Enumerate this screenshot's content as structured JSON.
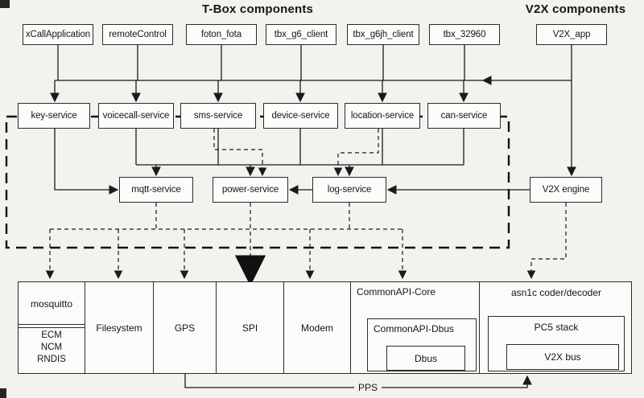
{
  "titles": {
    "tbox": "T-Box components",
    "v2x": "V2X components"
  },
  "apps": [
    "xCallApplication",
    "remoteControl",
    "foton_fota",
    "tbx_g6_client",
    "tbx_g6jh_client",
    "tbx_32960",
    "V2X_app"
  ],
  "services": [
    "key-service",
    "voicecall-service",
    "sms-service",
    "device-service",
    "location-service",
    "can-service"
  ],
  "core": [
    "mqtt-service",
    "power-service",
    "log-service"
  ],
  "v2x_engine": "V2X engine",
  "platform": {
    "mosquitto": "mosquitto",
    "mosquitto_items": [
      "ECM",
      "NCM",
      "RNDIS"
    ],
    "filesystem": "Filesystem",
    "gps": "GPS",
    "spi": "SPI",
    "modem": "Modem",
    "commonapi_core": "CommonAPI-Core",
    "commonapi_dbus": "CommonAPI-Dbus",
    "dbus": "Dbus",
    "asn1c": "asn1c coder/decoder",
    "pc5": "PC5 stack",
    "v2x_bus": "V2X bus"
  },
  "pps": "PPS"
}
